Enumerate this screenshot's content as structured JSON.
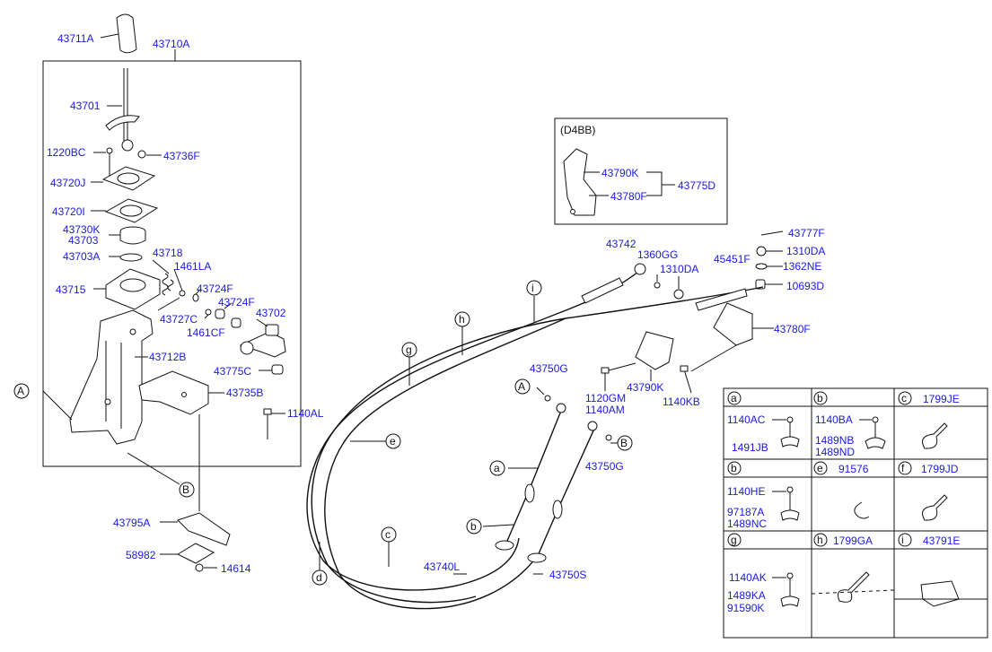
{
  "parts": {
    "p43711A": "43711A",
    "p43710A": "43710A",
    "p43701": "43701",
    "p1220BC": "1220BC",
    "p43736F": "43736F",
    "p43720J": "43720J",
    "p43720I": "43720I",
    "p43730K": "43730K",
    "p43703": "43703",
    "p43703A": "43703A",
    "p43718": "43718",
    "p1461LA": "1461LA",
    "p43715": "43715",
    "p43724F_a": "43724F",
    "p43724F_b": "43724F",
    "p43727C": "43727C",
    "p43702": "43702",
    "p1461CF": "1461CF",
    "p43712B": "43712B",
    "p43775C": "43775C",
    "p43735B": "43735B",
    "p1140AL": "1140AL",
    "p43795A": "43795A",
    "p58982": "58982",
    "p14614": "14614",
    "pD4BB": "(D4BB)",
    "p43790K_top": "43790K",
    "p43780F_top": "43780F",
    "p43775D": "43775D",
    "p43777F": "43777F",
    "p43742": "43742",
    "p1360GG": "1360GG",
    "p1310DA_a": "1310DA",
    "p1310DA_b": "1310DA",
    "p45451F": "45451F",
    "p1362NE": "1362NE",
    "p10693D": "10693D",
    "p43780F": "43780F",
    "p43750G_a": "43750G",
    "p43750G_b": "43750G",
    "p1120GM": "1120GM",
    "p1140AM": "1140AM",
    "p43790K": "43790K",
    "p1140KB": "1140KB",
    "p43740L": "43740L",
    "p43750S": "43750S"
  },
  "callouts": {
    "A": "A",
    "B": "B",
    "a": "a",
    "b": "b",
    "c": "c",
    "d": "d",
    "e": "e",
    "g": "g",
    "h": "h",
    "i": "i"
  },
  "table": {
    "a": {
      "letter": "a",
      "title": "",
      "parts": [
        "1140AC",
        "1491JB"
      ]
    },
    "b1": {
      "letter": "b",
      "title": "",
      "parts": [
        "1140BA",
        "1489NB",
        "1489ND"
      ]
    },
    "c": {
      "letter": "c",
      "title": "1799JE",
      "parts": []
    },
    "b2": {
      "letter": "b",
      "title": "",
      "parts": [
        "1140HE",
        "97187A",
        "1489NC"
      ]
    },
    "e": {
      "letter": "e",
      "title": "91576",
      "parts": []
    },
    "f": {
      "letter": "f",
      "title": "1799JD",
      "parts": []
    },
    "g": {
      "letter": "g",
      "title": "",
      "parts": [
        "1140AK",
        "1489KA",
        "91590K"
      ]
    },
    "h": {
      "letter": "h",
      "title": "1799GA",
      "parts": []
    },
    "i": {
      "letter": "i",
      "title": "43791E",
      "parts": []
    }
  }
}
